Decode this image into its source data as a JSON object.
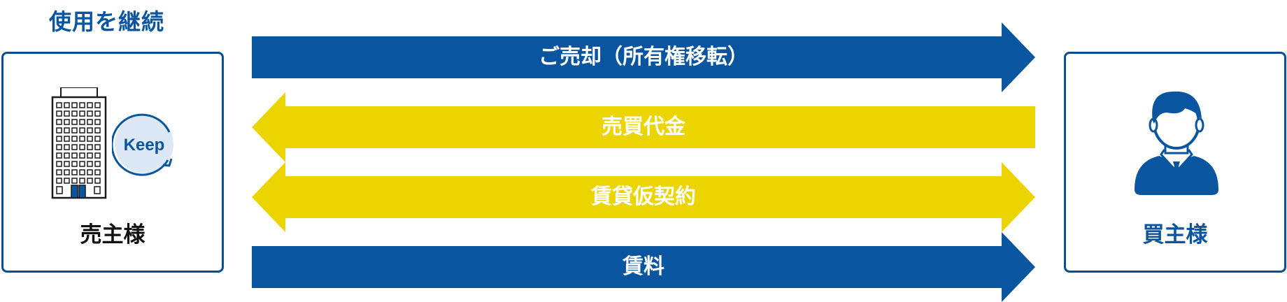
{
  "caption": "使用を継続",
  "seller": {
    "label": "売主様",
    "badge": "Keep",
    "icons": [
      "building-icon",
      "keep-cycle-icon"
    ]
  },
  "buyer": {
    "label": "買主様",
    "icons": [
      "person-icon"
    ]
  },
  "flows": [
    {
      "label": "ご売却（所有権移転）",
      "direction": "right",
      "color": "#0a55a0"
    },
    {
      "label": "売買代金",
      "direction": "left",
      "color": "#ecd400"
    },
    {
      "label": "賃貸仮契約",
      "direction": "both",
      "color": "#ecd400"
    },
    {
      "label": "賃料",
      "direction": "right",
      "color": "#0a55a0"
    }
  ],
  "colors": {
    "blue": "#0a55a0",
    "yellow": "#ecd400",
    "border": "#0a4f94"
  }
}
